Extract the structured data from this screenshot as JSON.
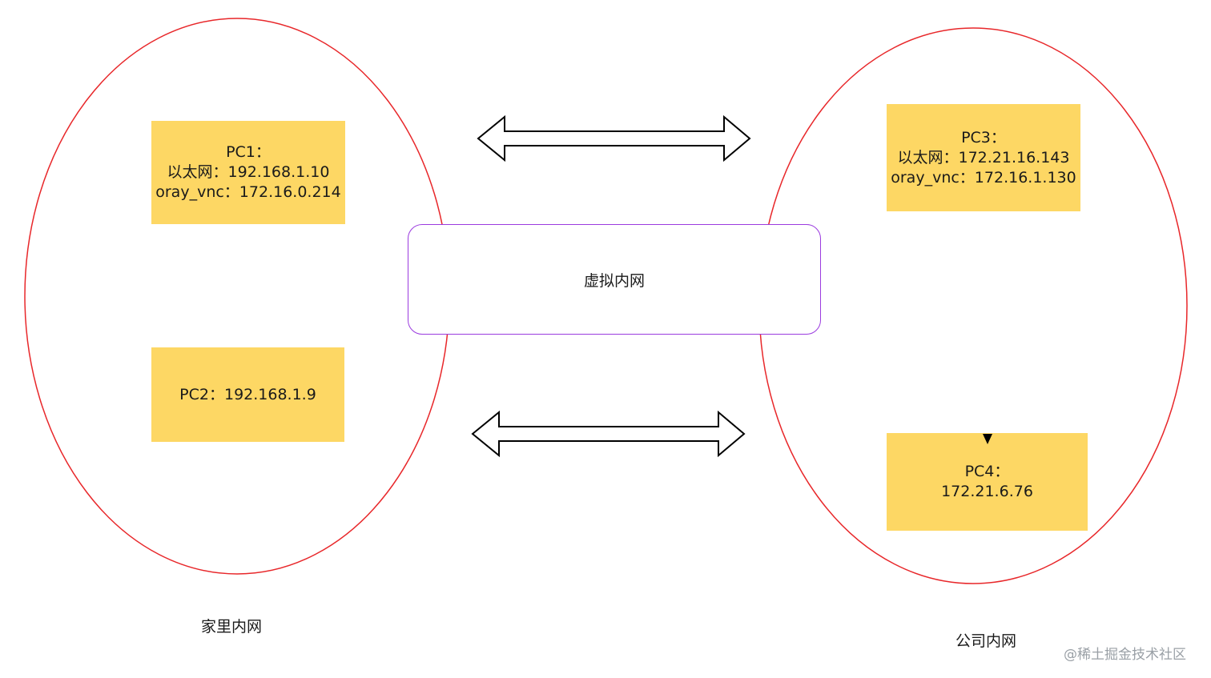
{
  "diagram": {
    "home_network": {
      "label": "家里内网",
      "pcs": [
        {
          "lines": [
            "PC1：",
            "以太网：192.168.1.10",
            "oray_vnc：172.16.0.214"
          ]
        },
        {
          "lines": [
            "PC2：192.168.1.9"
          ]
        }
      ]
    },
    "company_network": {
      "label": "公司内网",
      "pcs": [
        {
          "lines": [
            "PC3：",
            "以太网：172.21.16.143",
            "oray_vnc：172.16.1.130"
          ]
        },
        {
          "lines": [
            "PC4：",
            "172.21.6.76"
          ]
        }
      ]
    },
    "virtual_network": {
      "label": "虚拟内网"
    }
  },
  "watermark": "@稀土掘金技术社区",
  "colors": {
    "ellipse_stroke": "#e8272a",
    "pc_fill": "#fdd764",
    "virtual_border": "#9b3bdf",
    "arrow_stroke": "#000000"
  }
}
